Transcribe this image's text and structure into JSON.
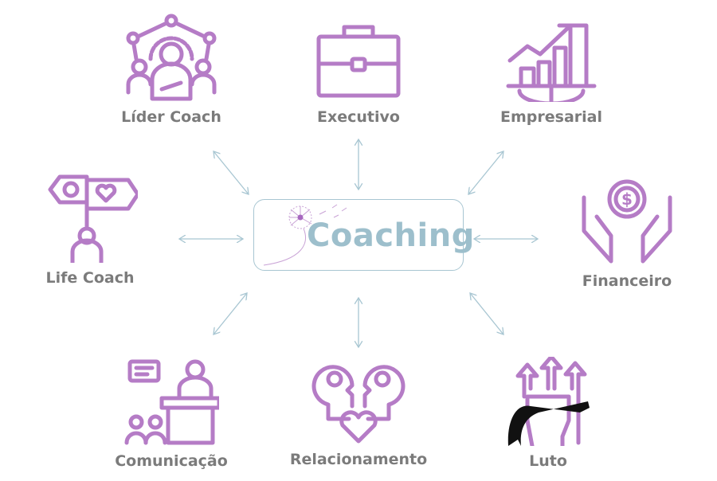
{
  "center": {
    "label": "Coaching"
  },
  "nodes": [
    {
      "label": "Líder Coach",
      "icon": "leader-team-icon"
    },
    {
      "label": "Executivo",
      "icon": "briefcase-icon"
    },
    {
      "label": "Empresarial",
      "icon": "city-growth-icon"
    },
    {
      "label": "Life Coach",
      "icon": "signpost-person-icon"
    },
    {
      "label": "Financeiro",
      "icon": "hands-coin-icon"
    },
    {
      "label": "Comunicação",
      "icon": "speaker-audience-icon"
    },
    {
      "label": "Relacionamento",
      "icon": "heads-heart-icon"
    },
    {
      "label": "Luto",
      "icon": "fist-ribbon-icon"
    }
  ],
  "colors": {
    "icon": "#b57cc6",
    "label": "#7b7b7b",
    "arrow": "#a8c6d2",
    "center_text": "#9dbfcc"
  }
}
